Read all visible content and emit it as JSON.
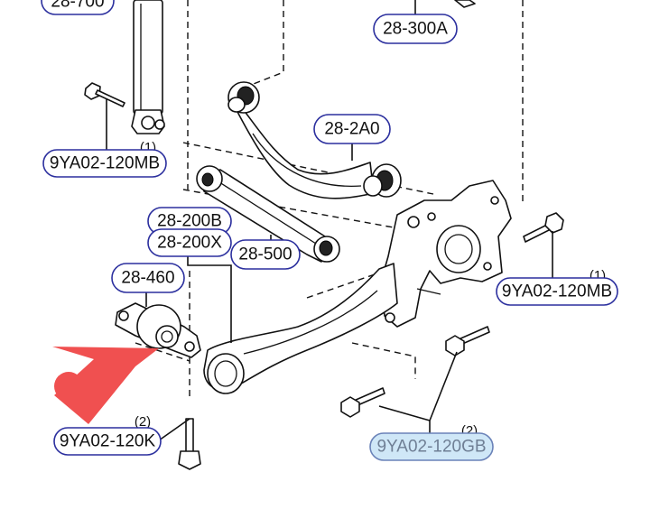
{
  "labels": {
    "shock_top": "28-700",
    "bracket_top": "28-300A",
    "shock_bolt": "9YA02-120MB",
    "upper_arm": "28-2A0",
    "bushing_b": "28-200B",
    "bushing_x": "28-200X",
    "lower_link": "28-500",
    "bushing_460": "28-460",
    "knuckle_bolt": "9YA02-120MB",
    "trailing_bolt": "9YA02-120K",
    "lower_bolts": "9YA02-120GB"
  },
  "quantities": {
    "shock_bolt": "(1)",
    "knuckle_bolt": "(1)",
    "trailing_bolt": "(2)",
    "lower_bolts": "(2)"
  },
  "colors": {
    "label_border": "#2b2f9e",
    "highlight_fill": "#cfe7f7",
    "arrow": "#f05050"
  },
  "highlighted_part": "9YA02-120GB",
  "arrow_icon": "red-arrow-icon"
}
